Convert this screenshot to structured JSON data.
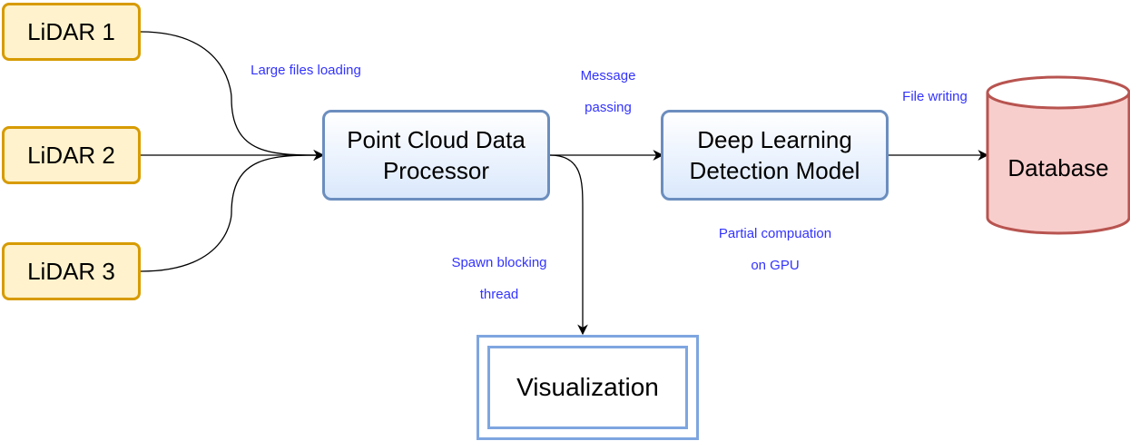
{
  "nodes": {
    "lidar1": "LiDAR 1",
    "lidar2": "LiDAR 2",
    "lidar3": "LiDAR 3",
    "processor": [
      "Point Cloud Data",
      "Processor"
    ],
    "model": [
      "Deep Learning",
      "Detection Model"
    ],
    "database": "Database",
    "visualization": "Visualization"
  },
  "edges": {
    "large_files": "Large files loading",
    "message_passing": [
      "Message",
      "passing"
    ],
    "file_writing": "File writing",
    "partial_gpu": [
      "Partial compuation",
      "on GPU"
    ],
    "spawn_thread": [
      "Spawn blocking",
      "thread"
    ]
  },
  "colors": {
    "lidar_fill": "#fff2cc",
    "lidar_stroke": "#d79b00",
    "process_fill": "#dae8fc",
    "process_stroke": "#6c8ebf",
    "database_fill": "#f8cecc",
    "database_stroke": "#b85450",
    "visualization_stroke": "#7ea6e0",
    "edge_label": "#3333ff"
  }
}
